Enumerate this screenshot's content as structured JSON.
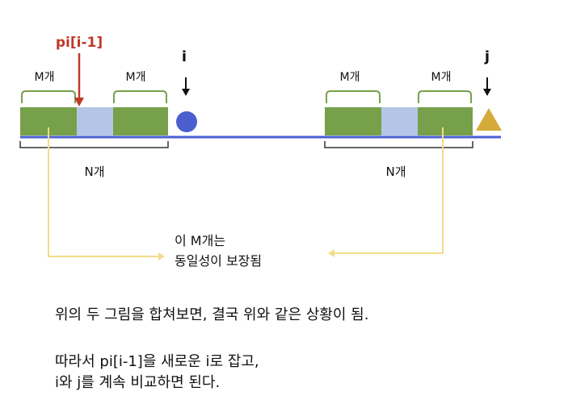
{
  "diagram": {
    "labels": {
      "pi_label": "pi[i-1]",
      "i_label": "i",
      "j_label": "j",
      "m_count_1": "M개",
      "m_count_2": "M개",
      "m_count_3": "M개",
      "m_count_4": "M개",
      "n_count_left": "N개",
      "n_count_right": "N개",
      "note_line1": "이 M개는",
      "note_line2": "동일성이 보장됨"
    },
    "colors": {
      "green_block": "#77a04a",
      "blue_block": "#b4c6e7",
      "baseline": "#4a5ed0",
      "pi_arrow": "#c0392b",
      "connector": "#f3dc8a",
      "circle": "#4a5ed0",
      "triangle": "#d4ab3a"
    }
  },
  "text": {
    "line1": "위의 두 그림을 합쳐보면, 결국 위와 같은 상황이 됨.",
    "line2": "따라서 pi[i-1]을 새로운 i로 잡고,",
    "line3": "i와 j를 계속 비교하면 된다."
  }
}
